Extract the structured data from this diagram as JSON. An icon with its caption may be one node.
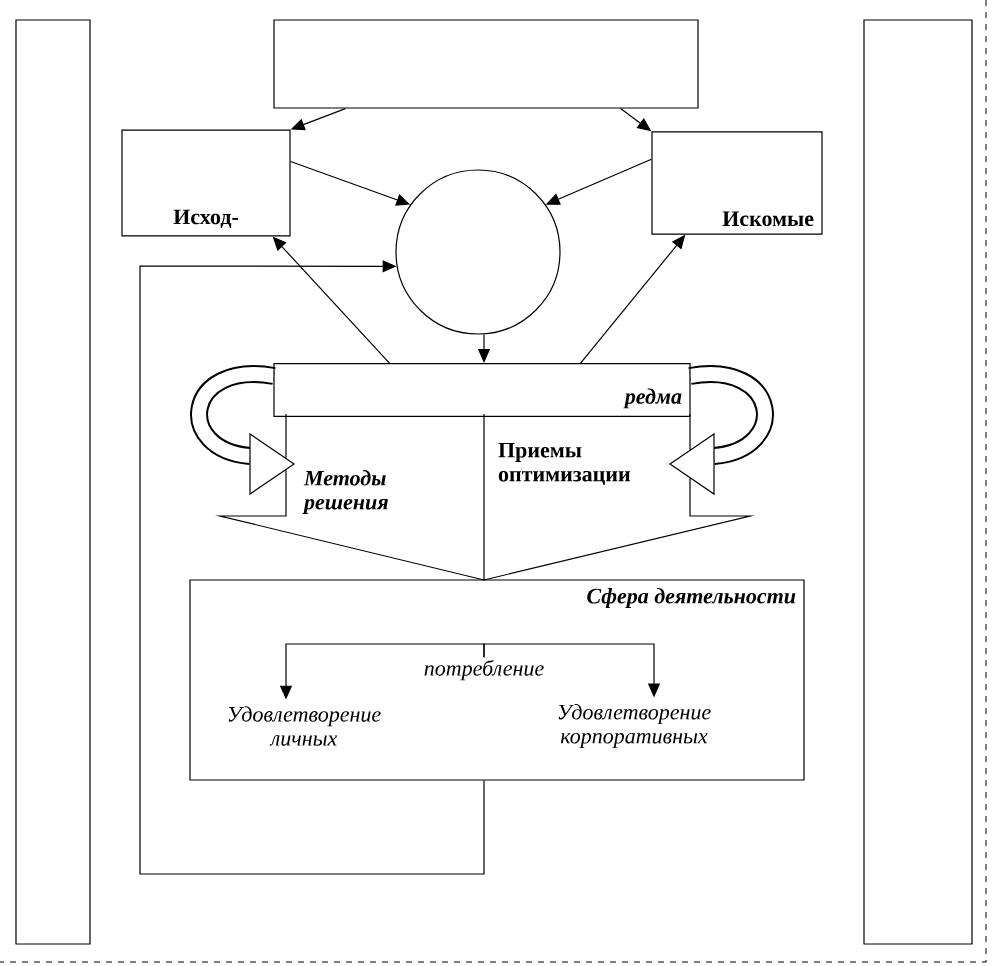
{
  "diagram": {
    "nodes": [
      {
        "text": [],
        "shape": "box"
      },
      {
        "text": [],
        "shape": "box"
      },
      {
        "text": [],
        "shape": "box"
      },
      {
        "text": [
          "Исход-"
        ]
      },
      {
        "text": [],
        "shape": "circle"
      },
      {
        "text": [
          "Искомые"
        ]
      },
      {
        "text": [
          "редма"
        ]
      },
      {
        "text": [
          "Сфера деятельности"
        ]
      },
      {
        "text": [
          "потребление"
        ],
        "in": 7
      },
      {
        "text": [
          "Удовлетворение личных"
        ],
        "in": 7
      },
      {
        "text": [
          "Удовлетворение корпоративных"
        ],
        "in": 7
      }
    ],
    "edges": [
      {
        "from": 2,
        "to": 3,
        "arrow": "to"
      },
      {
        "from": 2,
        "to": 5,
        "arrow": "to"
      },
      {
        "from": 3,
        "to": 4,
        "arrow": "to"
      },
      {
        "from": 5,
        "to": 4,
        "arrow": "to"
      },
      {
        "from": 6,
        "to": 3,
        "arrow": "to"
      },
      {
        "from": 6,
        "to": 5,
        "arrow": "to"
      },
      {
        "from": 4,
        "to": 6,
        "arrow": "to"
      },
      {
        "from": 7,
        "to": 4,
        "arrow": "to"
      },
      {
        "from": 8,
        "to": 9,
        "arrow": "to"
      },
      {
        "from": 8,
        "to": 10,
        "arrow": "to"
      }
    ],
    "labels": [
      "Приемы оптимизации",
      "Методы решения"
    ]
  }
}
